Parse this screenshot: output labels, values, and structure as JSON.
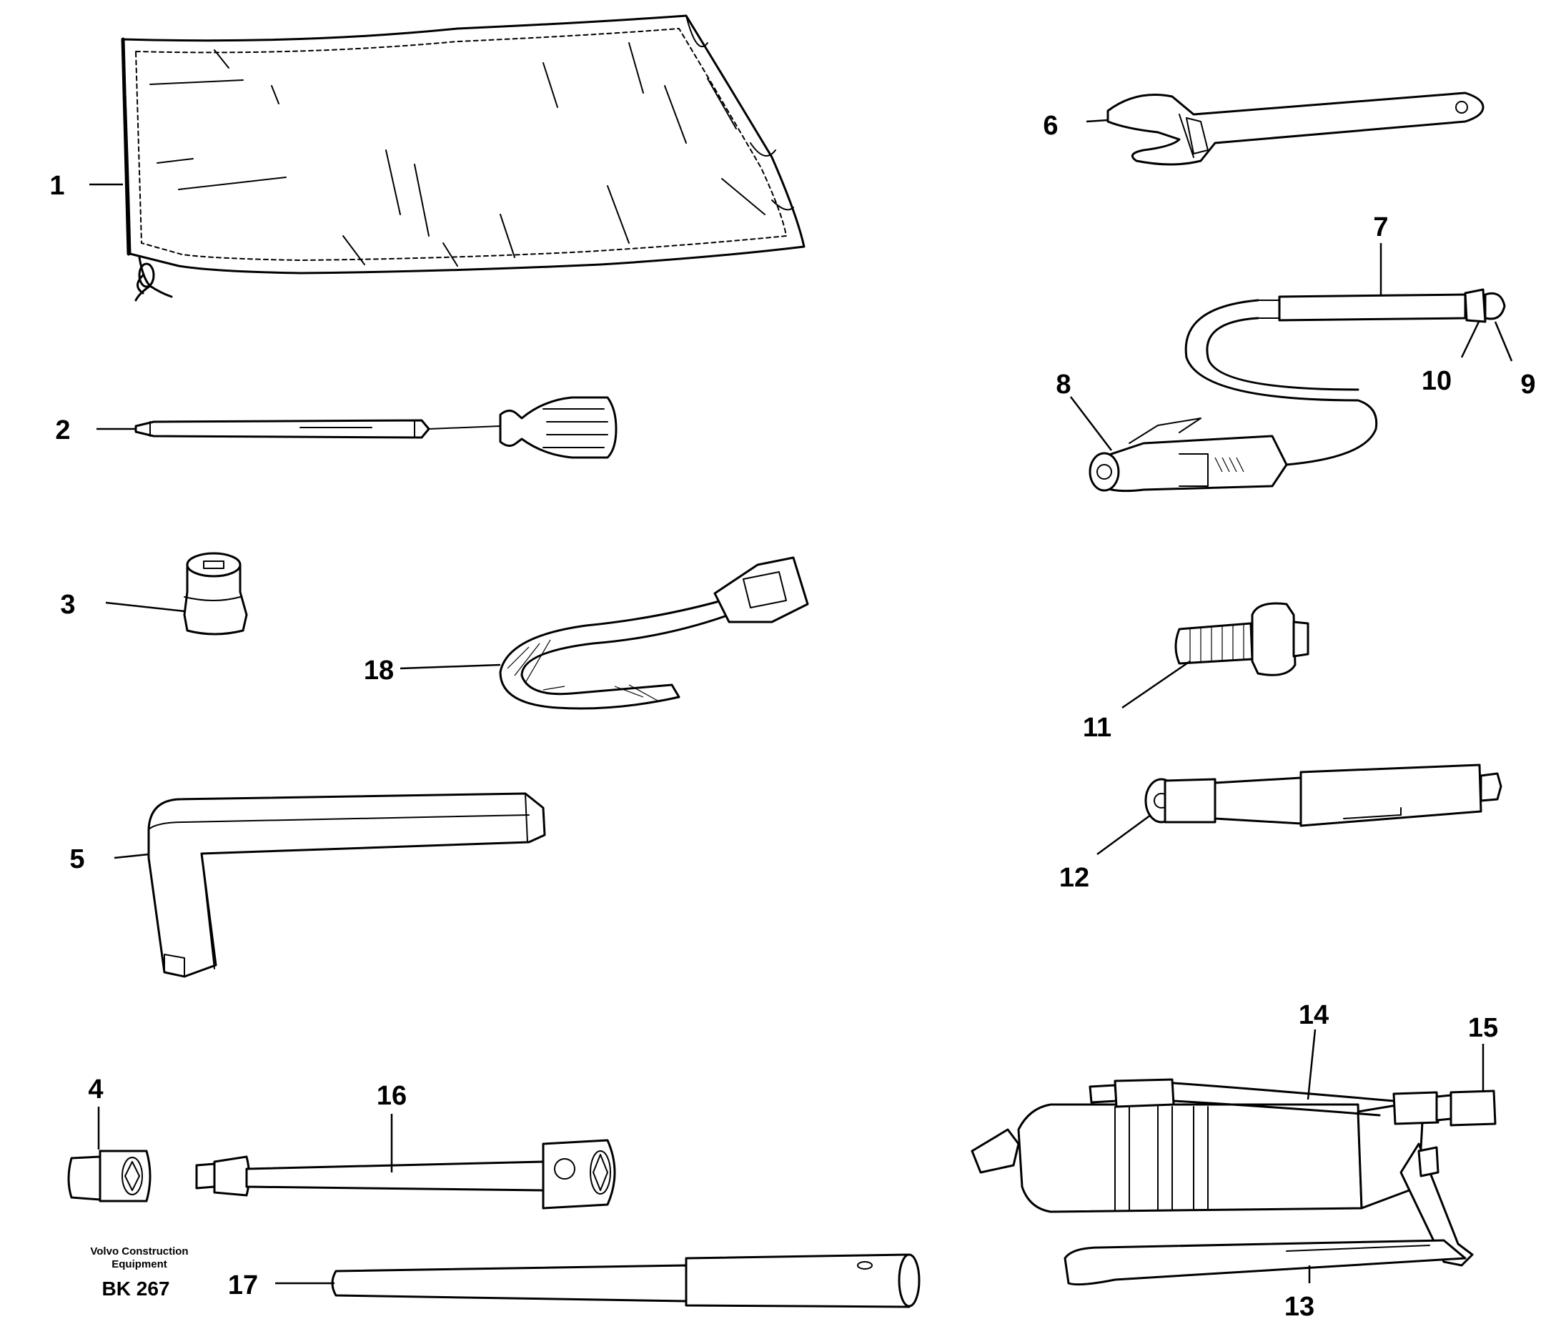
{
  "callouts": {
    "c1": "1",
    "c2": "2",
    "c3": "3",
    "c4": "4",
    "c5": "5",
    "c6": "6",
    "c7": "7",
    "c8": "8",
    "c9": "9",
    "c10": "10",
    "c11": "11",
    "c12": "12",
    "c13": "13",
    "c14": "14",
    "c15": "15",
    "c16": "16",
    "c17": "17",
    "c18": "18"
  },
  "footer": {
    "brand_line1": "Volvo Construction",
    "brand_line2": "Equipment",
    "code": "BK 267"
  }
}
